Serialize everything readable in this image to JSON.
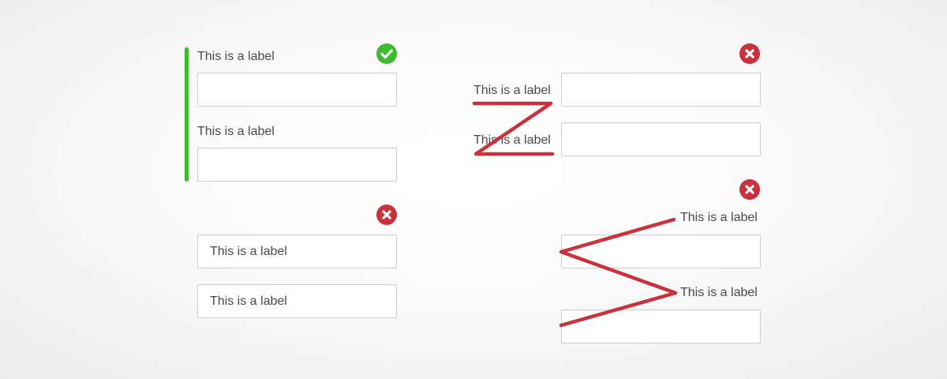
{
  "colors": {
    "success": "#3dbb2f",
    "error": "#c9323a",
    "field_border": "#cfcfcf",
    "label_text": "#4a4a4a"
  },
  "panels": {
    "top_left": {
      "status_icon": "check-circle-icon",
      "labels": [
        "This is a label",
        "This is a label"
      ]
    },
    "bottom_left": {
      "status_icon": "close-circle-icon",
      "fields": [
        "This is a label",
        "This is a label"
      ]
    },
    "top_right": {
      "status_icon": "close-circle-icon",
      "labels": [
        "This is a label",
        "This is a label"
      ]
    },
    "bottom_right": {
      "status_icon": "close-circle-icon",
      "labels": [
        "This is a label",
        "This is a label"
      ]
    }
  }
}
